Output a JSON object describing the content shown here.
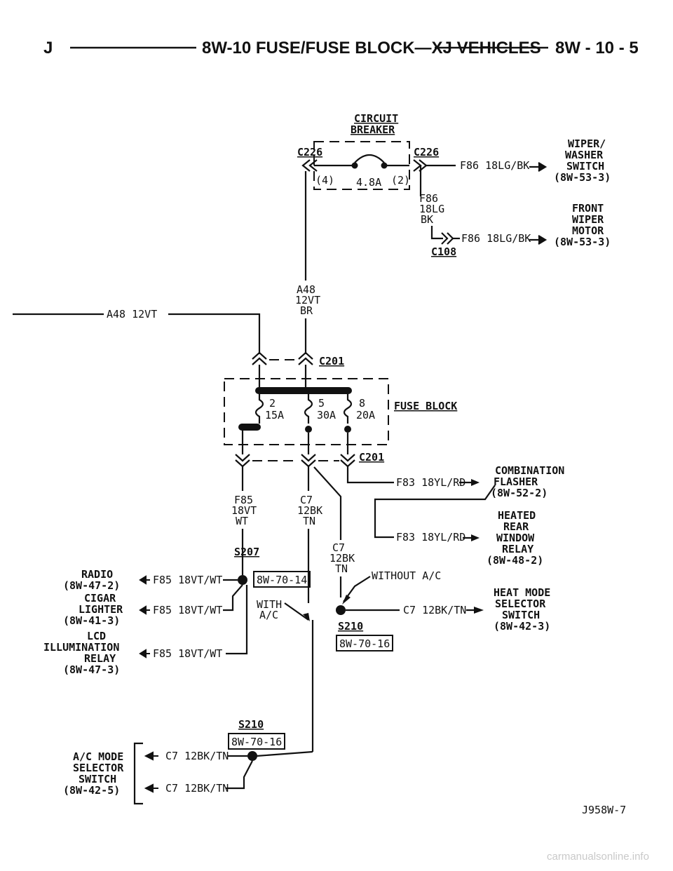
{
  "header": {
    "left": "J",
    "title": "8W-10 FUSE/FUSE BLOCK—XJ VEHICLES",
    "right": "8W - 10 - 5"
  },
  "labels": {
    "circuit": "CIRCUIT",
    "breaker": "BREAKER",
    "c226": "C226",
    "cav4": "(4)",
    "cav2": "(2)",
    "rating_48a": "4.8A",
    "f86_run": "F86 18LG/BK",
    "f86": "F86",
    "lg18": "18LG",
    "bk": "BK",
    "c108": "C108",
    "a48": "A48",
    "vt12": "12VT",
    "br": "BR",
    "a48_12vt": "A48 12VT",
    "c201": "C201",
    "fuse_block": "FUSE BLOCK",
    "fuse2": "2",
    "fuse5": "5",
    "fuse8": "8",
    "a15": "15A",
    "a30": "30A",
    "a20": "20A",
    "f83_run": "F83 18YL/RD",
    "f85": "F85",
    "vt18": "18VT",
    "wt": "WT",
    "c7": "C7",
    "bk12": "12BK",
    "tn": "TN",
    "s207": "S207",
    "ref_8w70_14": "8W-70-14",
    "f85_run": "F85 18VT/WT",
    "without_ac": "WITHOUT A/C",
    "with": "WITH",
    "ac": "A/C",
    "c7_run": "C7 12BK/TN",
    "s210": "S210",
    "ref_8w70_16": "8W-70-16",
    "figure_id": "J958W-7"
  },
  "components": {
    "wiper_washer": [
      "WIPER/",
      "WASHER",
      "SWITCH",
      "(8W-53-3)"
    ],
    "front_wiper": [
      "FRONT",
      "WIPER",
      "MOTOR",
      "(8W-53-3)"
    ],
    "combination_flasher": [
      "COMBINATION",
      "FLASHER",
      "(8W-52-2)"
    ],
    "heated_rear_window": [
      "HEATED",
      "REAR",
      "WINDOW",
      "RELAY",
      "(8W-48-2)"
    ],
    "radio": [
      "RADIO",
      "(8W-47-2)"
    ],
    "cigar_lighter": [
      "CIGAR",
      "LIGHTER",
      "(8W-41-3)"
    ],
    "lcd_relay": [
      "LCD",
      "ILLUMINATION",
      "RELAY",
      "(8W-47-3)"
    ],
    "heat_mode": [
      "HEAT MODE",
      "SELECTOR",
      "SWITCH",
      "(8W-42-3)"
    ],
    "ac_mode": [
      "A/C MODE",
      "SELECTOR",
      "SWITCH",
      "(8W-42-5)"
    ]
  },
  "watermark": "carmanualsonline.info"
}
